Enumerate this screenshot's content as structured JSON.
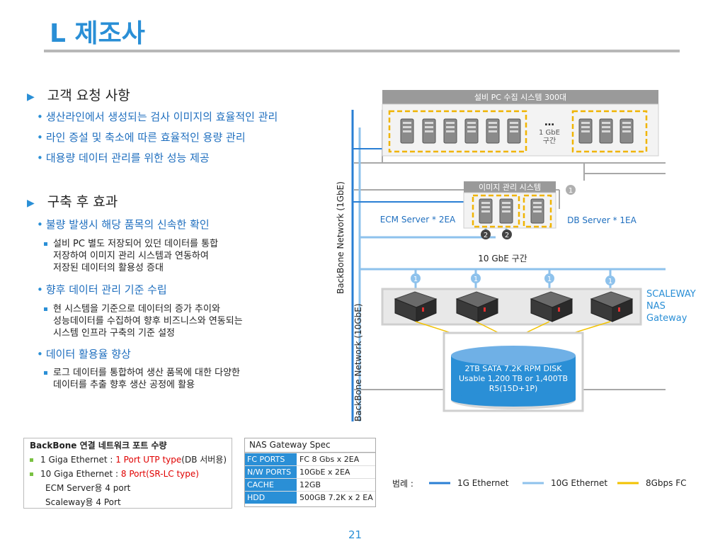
{
  "title": "L 제조사",
  "section1": {
    "heading": "고객 요청 사항",
    "items": [
      "생산라인에서  생성되는 검사 이미지의 효율적인 관리",
      "라인 증설 및 축소에 따른 효율적인 용량 관리",
      "대용량 데이터 관리를 위한 성능 제공"
    ]
  },
  "section2": {
    "heading": "구축 후 효과",
    "item1": "불량 발생시 해당 품목의 신속한 확인",
    "sub1": [
      "설비 PC 별도 저장되어 있던 데이터를 통합",
      "저장하여 이미지 관리 시스템과 연동하여",
      "저장된 데이터의 활용성 증대"
    ],
    "item2": "향후 데이터 관리 기준 수립",
    "sub2": [
      "현 시스템을 기준으로 데이터의 증가 추이와",
      "성능데이터를 수집하여 향후 비즈니스와 연동되는",
      "시스템 인프라 구축의 기준 설정"
    ],
    "item3": "데이터 활용율 향상",
    "sub3": [
      "로그 데이터를 통합하여 생산 품목에 대한 다양한",
      "데이터를 추출 향후 생산 공정에 활용"
    ]
  },
  "backbone_box": {
    "title": "BackBone 연결 네트워크 포트 수량",
    "l1_a": "1 Giga Ethernet : ",
    "l1_b": "1 Port UTP type",
    "l1_c": "(DB 서버용)",
    "l2_a": "10 Giga Ethernet : ",
    "l2_b": "8 Port(SR-LC type)",
    "l3": "ECM Server용 4 port",
    "l4": "Scaleway용 4 Port"
  },
  "nas_spec": {
    "title": "NAS Gateway Spec",
    "rows": [
      {
        "k": "FC PORTS",
        "v": "FC 8 Gbs x 2EA"
      },
      {
        "k": "N/W PORTS",
        "v": "10GbE x 2EA"
      },
      {
        "k": "CACHE",
        "v": "12GB"
      },
      {
        "k": "HDD",
        "v": "500GB 7.2K x 2 EA"
      }
    ]
  },
  "diagram": {
    "pc_system": "설비 PC 수집 시스템 300대",
    "ellipsis": "…",
    "gbe_zone": [
      "1 GbE",
      "구간"
    ],
    "image_system": "이미지 관리 시스템",
    "ecm_server": "ECM Server * 2EA",
    "db_server": "DB Server * 1EA",
    "ten_gbe_zone": "10 GbE 구간",
    "backbone_1g": "BackBone Network (1GbE)",
    "backbone_10g": "BackBone Network (10GbE)",
    "scaleway": [
      "SCALEWAY",
      "NAS",
      "Gateway"
    ],
    "disk": [
      "2TB SATA 7.2K RPM DISK",
      "Usable 1,200 TB or 1,400TB",
      "R5(15D+1P)"
    ],
    "badge_1": "1",
    "badge_2": "2",
    "legend_label": "범례 :",
    "legend": [
      {
        "name": "1G Ethernet",
        "color": "#2a7fd4"
      },
      {
        "name": "10G Ethernet",
        "color": "#8ec2ec"
      },
      {
        "name": "8Gbps FC",
        "color": "#f2c200"
      }
    ]
  },
  "page_number": "21",
  "colors": {
    "accent": "#2a8fd6",
    "dashed": "#f0b400",
    "header_gray": "#9a9a9a",
    "red": "#e00000"
  }
}
